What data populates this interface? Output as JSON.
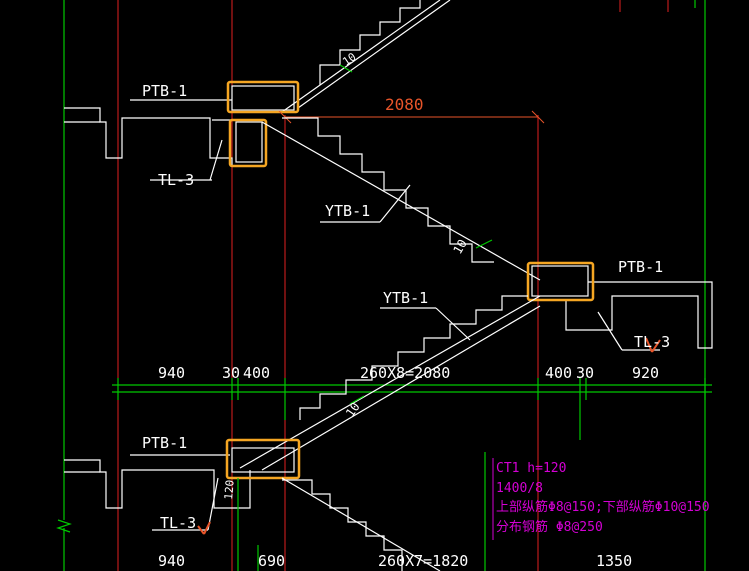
{
  "labels": {
    "ptb_top": "PTB-1",
    "tl_top": "TL-3",
    "ytb_mid": "YTB-1",
    "ptb_right": "PTB-1",
    "ytb_lower": "YTB-1",
    "tl_right": "TL-3",
    "ptb_bottom": "PTB-1",
    "tl_bottom": "TL-3",
    "thick_top": "10",
    "thick_mid": "10",
    "thick_low": "10",
    "thick_bottom": "120"
  },
  "dimensions": {
    "span_top": "2080",
    "row1": [
      "940",
      "30",
      "400",
      "260X8=2080",
      "400",
      "30",
      "920"
    ],
    "row2": [
      "940",
      "690",
      "260X7=1820",
      "1350"
    ]
  },
  "note": {
    "line1": "CT1 h=120",
    "line2": "1400/8",
    "line3": "上部纵筋Φ8@150;下部纵筋Φ10@150",
    "line4": "分布钢筋 Φ8@250"
  },
  "colors": {
    "background": "#000000",
    "linework": "#ffffff",
    "dimension": "#00c800",
    "axis": "#e02020",
    "highlight": "#f5a623",
    "note": "#d400d4"
  }
}
